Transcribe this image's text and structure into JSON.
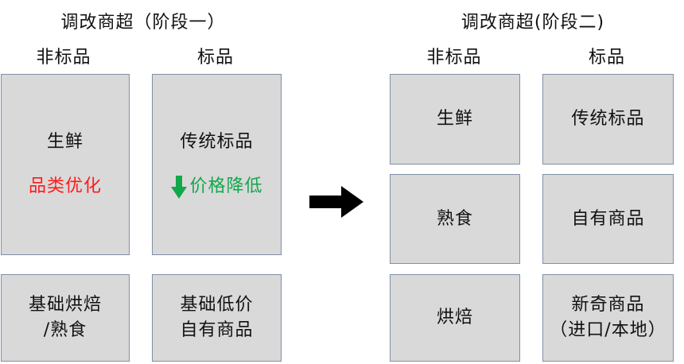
{
  "stage1": {
    "title": "调改商超（阶段一）",
    "col_nonstandard": "非标品",
    "col_standard": "标品",
    "box_fresh": {
      "label": "生鲜",
      "note": "品类优化"
    },
    "box_traditional": {
      "label": "传统标品",
      "note": "价格降低"
    },
    "box_bakery": {
      "line1": "基础烘焙",
      "line2": "/熟食"
    },
    "box_lowprice": {
      "line1": "基础低价",
      "line2": "自有商品"
    }
  },
  "stage2": {
    "title": "调改商超(阶段二)",
    "col_nonstandard": "非标品",
    "col_standard": "标品",
    "box_fresh": "生鲜",
    "box_traditional": "传统标品",
    "box_deli": "熟食",
    "box_private": "自有商品",
    "box_bakery": "烘焙",
    "box_novel": {
      "line1": "新奇商品",
      "line2": "（进口/本地）"
    }
  },
  "colors": {
    "box_fill": "#d9d9d9",
    "box_border": "#7f8fa6",
    "highlight_red": "#ff1a1a",
    "highlight_green": "#11a84a",
    "arrow": "#000000"
  },
  "icons": [
    "down-arrow-icon",
    "right-arrow-icon"
  ]
}
